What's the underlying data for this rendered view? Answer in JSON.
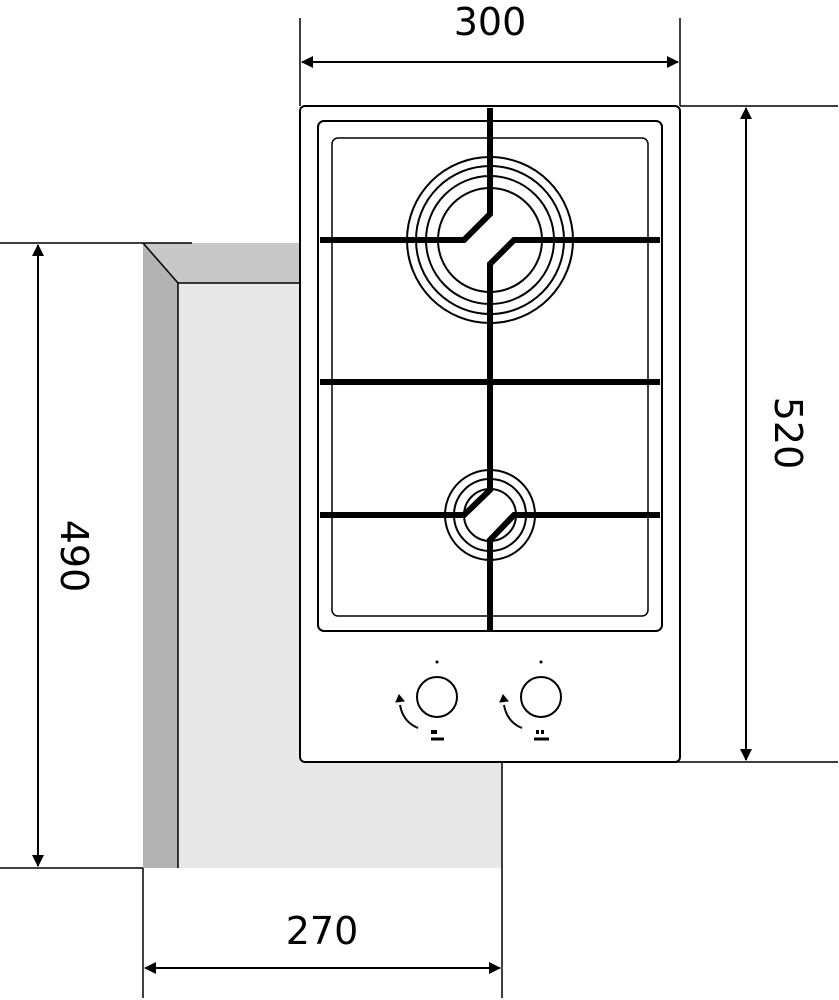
{
  "dimensions": {
    "top_width": "300",
    "right_height": "520",
    "left_height": "490",
    "bottom_width": "270"
  },
  "colors": {
    "line": "#000000",
    "cutout_side": "#b3b3b3",
    "cutout_top": "#c8c8c8",
    "cutout_face": "#e8e8e8",
    "background": "#ffffff"
  },
  "components": {
    "burners": [
      "large-burner",
      "small-burner"
    ],
    "control_knobs": [
      "left-knob",
      "right-knob"
    ]
  }
}
